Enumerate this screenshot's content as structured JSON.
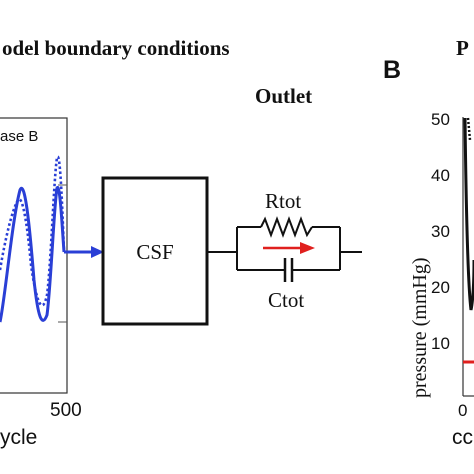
{
  "panel_a": {
    "title": "odel boundary conditions",
    "outlet_label": "Outlet",
    "inset_case_label": "ase B",
    "inset_x_tick": "500",
    "inset_x_label": "ycle",
    "csf_label": "CSF",
    "resistor_label": "Rtot",
    "capacitor_label": "Ctot"
  },
  "panel_b": {
    "letter": "B",
    "title_fragment": "P",
    "y_axis_label": "pressure (mmHg)",
    "y_ticks": [
      "50",
      "40",
      "30",
      "20",
      "10"
    ],
    "x_tick": "0",
    "x_label_fragment": "cc"
  },
  "colors": {
    "signal_blue": "#2a3fd6",
    "flow_red": "#e0201e",
    "ink": "#111111"
  }
}
